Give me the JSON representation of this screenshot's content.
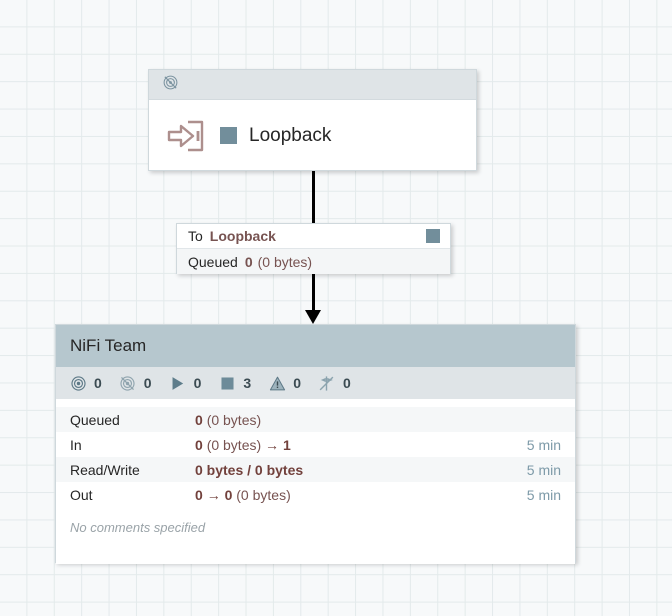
{
  "canvas": {
    "background_color": "#f7f9fa",
    "grid_color": "#e3eaeb"
  },
  "colors": {
    "accent_steel": "#728e9b",
    "header_steel": "#b6c7ce",
    "panel_light": "#dfe4e7",
    "stat_value": "#775351",
    "time_label": "#7d9aa8",
    "port_icon": "#ad8f8d"
  },
  "input_port": {
    "name": "Loopback",
    "transmission_icon": "not-transmitting-icon",
    "port_icon": "input-port-icon",
    "run_status_icon": "stopped-square-icon"
  },
  "connection": {
    "to_label": "To",
    "destination": "Loopback",
    "queued_label": "Queued",
    "queued_count": "0",
    "queued_size": "(0 bytes)",
    "status_icon": "stopped-square-icon"
  },
  "process_group": {
    "title": "NiFi Team",
    "stats": [
      {
        "icon": "transmitting-icon",
        "name": "transmitting",
        "count": "0"
      },
      {
        "icon": "not-transmitting-icon",
        "name": "not-transmitting",
        "count": "0"
      },
      {
        "icon": "running-play-icon",
        "name": "running",
        "count": "0"
      },
      {
        "icon": "stopped-square-icon",
        "name": "stopped",
        "count": "3"
      },
      {
        "icon": "invalid-warning-icon",
        "name": "invalid",
        "count": "0"
      },
      {
        "icon": "disabled-icon",
        "name": "disabled",
        "count": "0"
      }
    ],
    "rows": [
      {
        "label": "Queued",
        "value_bold": "0",
        "value_rest": "(0 bytes)",
        "time": ""
      },
      {
        "label": "In",
        "value_bold": "0",
        "value_rest": "(0 bytes)",
        "value_arrow": "→",
        "value_bold2": "1",
        "time": "5 min"
      },
      {
        "label": "Read/Write",
        "value_bold": "0 bytes / 0 bytes",
        "value_rest": "",
        "time": "5 min"
      },
      {
        "label": "Out",
        "value_bold": "0",
        "value_arrow": "→",
        "value_bold2": "0",
        "value_rest": "(0 bytes)",
        "time": "5 min"
      }
    ],
    "comments": "No comments specified"
  }
}
